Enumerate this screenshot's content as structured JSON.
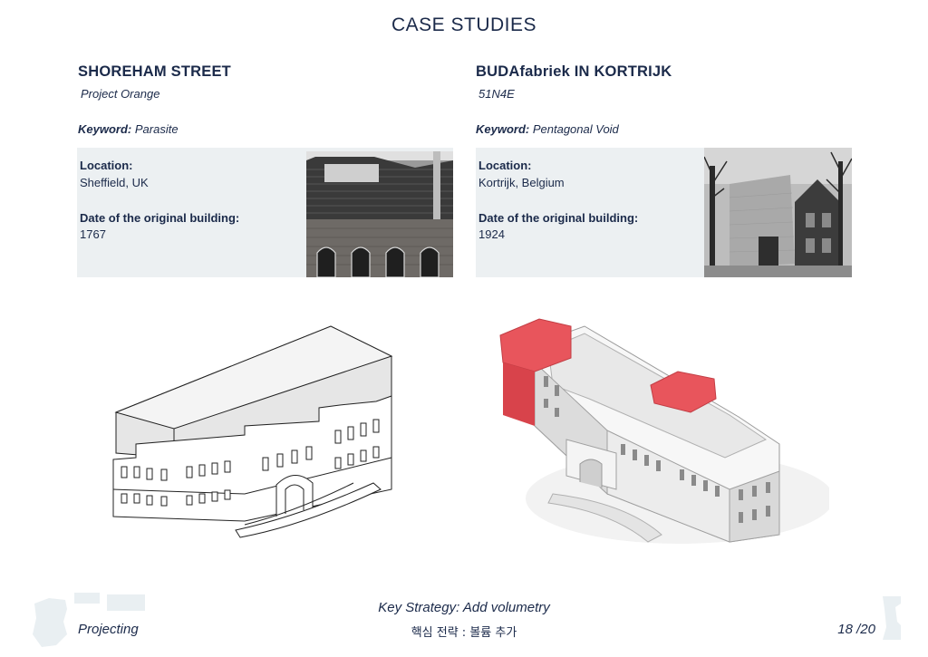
{
  "page": {
    "title": "CASE STUDIES"
  },
  "cases": [
    {
      "name": "SHOREHAM STREET",
      "author": "Project Orange",
      "keyword_label": "Keyword:",
      "keyword_value": "Parasite",
      "location_label": "Location:",
      "location_value": "Sheffield, UK",
      "date_label": "Date of the original building:",
      "date_value": "1767"
    },
    {
      "name": "BUDAfabriek IN KORTRIJK",
      "author": "51N4E",
      "keyword_label": "Keyword:",
      "keyword_value": "Pentagonal Void",
      "location_label": "Location:",
      "location_value": "Kortrijk, Belgium",
      "date_label": "Date of the original building:",
      "date_value": "1924"
    }
  ],
  "footer": {
    "key_strategy": "Key Strategy: Add volumetry",
    "korean_strategy": "핵심 전략 : 볼륨 추가",
    "section": "Projecting",
    "page_number": "18 /20"
  },
  "colors": {
    "text": "#1b2a4a",
    "panel": "#ecf0f2",
    "accent_red": "#e8555c"
  }
}
